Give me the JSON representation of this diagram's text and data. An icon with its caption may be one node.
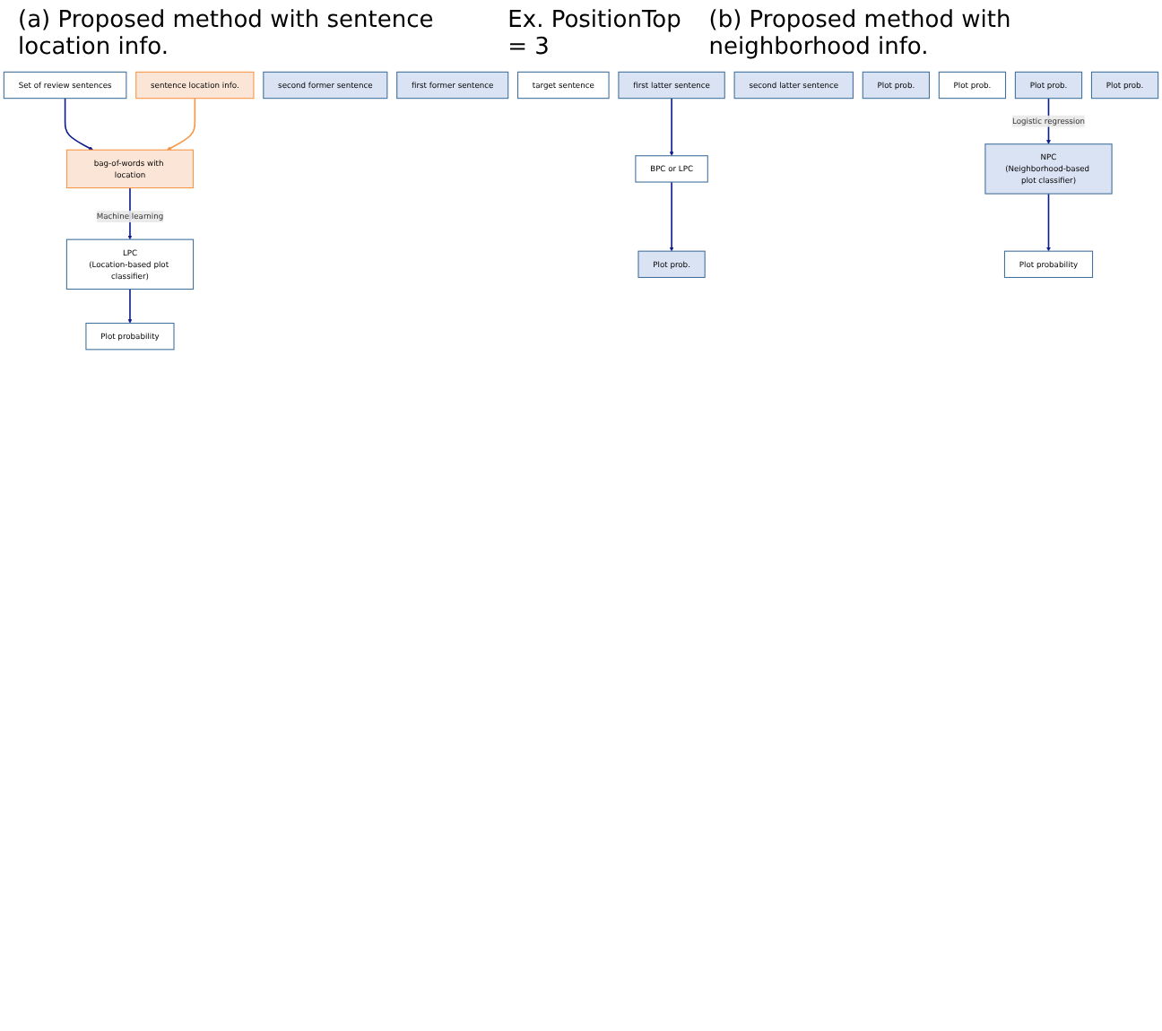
{
  "diagram": {
    "nodes": [
      {
        "text": [
          "Set of review sentences"
        ]
      },
      {
        "text": [
          "sentence location info."
        ]
      },
      {
        "text": [
          "bag-of-words with location"
        ]
      },
      {
        "text": [
          "LPC",
          "(Location-based plot classifier)"
        ]
      },
      {
        "text": [
          "Plot probability"
        ]
      },
      {
        "text": [
          "second former sentence"
        ]
      },
      {
        "text": [
          "first former sentence"
        ]
      },
      {
        "text": [
          "target sentence"
        ]
      },
      {
        "text": [
          "first latter sentence"
        ]
      },
      {
        "text": [
          "second latter sentence"
        ]
      },
      {
        "text": [
          "BPC or LPC"
        ]
      },
      {
        "text": [
          "Plot prob."
        ]
      },
      {
        "text": [
          "Plot prob."
        ]
      },
      {
        "text": [
          "Plot prob."
        ]
      },
      {
        "text": [
          "Plot prob."
        ]
      },
      {
        "text": [
          "Plot prob."
        ]
      },
      {
        "text": [
          "NPC",
          "(Neighborhood-based plot classifier)"
        ]
      },
      {
        "text": [
          "Plot probability"
        ]
      }
    ],
    "edges": [
      {
        "from": 0,
        "to": 2,
        "arrow": "to"
      },
      {
        "from": 1,
        "to": 2,
        "arrow": "to",
        "color": "#f79646"
      },
      {
        "from": 2,
        "to": 3,
        "arrow": "to",
        "label": "Machine learning"
      },
      {
        "from": 3,
        "to": 4,
        "arrow": "to"
      },
      {
        "from": 8,
        "to": 10,
        "arrow": "to"
      },
      {
        "from": 10,
        "to": 12,
        "arrow": "to"
      },
      {
        "from": 14,
        "to": 16,
        "arrow": "to",
        "label": "Logistic regression"
      },
      {
        "from": 16,
        "to": 17,
        "arrow": "to"
      }
    ],
    "labels": [
      "(a) Proposed method with sentence location info.",
      "Ex. PositionTop = 3",
      "(b) Proposed method with neighborhood info."
    ]
  }
}
